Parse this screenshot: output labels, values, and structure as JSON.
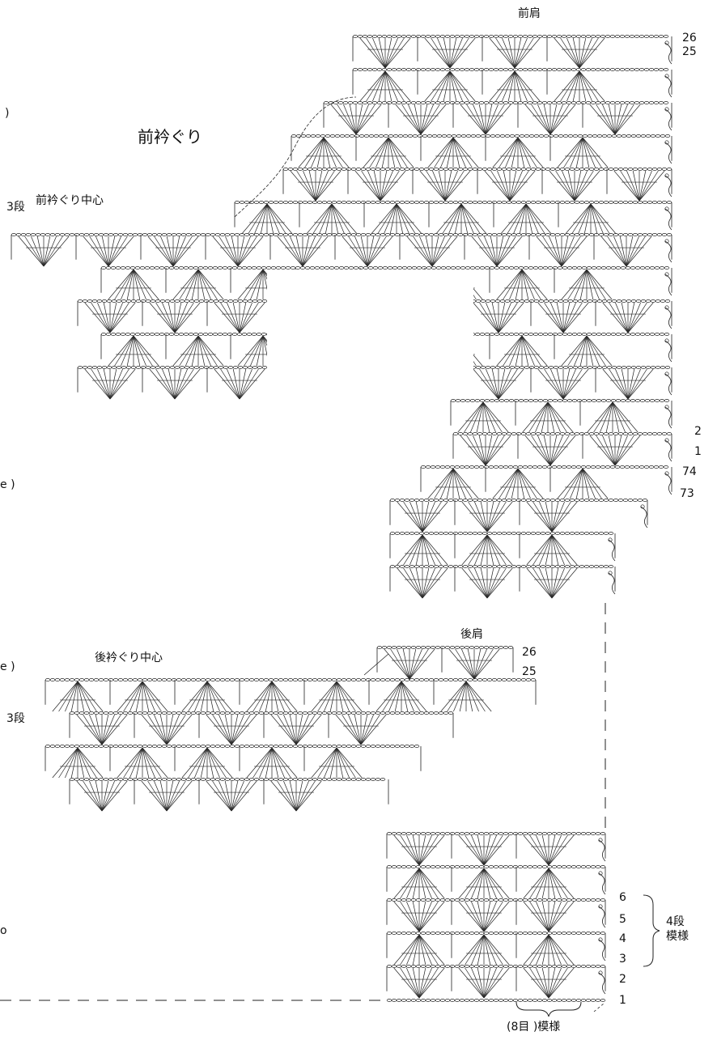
{
  "titles": {
    "front_shoulder": "前肩",
    "front_neckline": "前衿ぐり",
    "front_neck_center": "前衿ぐり中心",
    "back_shoulder": "後肩",
    "back_neck_center": "後衿ぐり中心"
  },
  "row_numbers": {
    "front_top": [
      "26",
      "25"
    ],
    "front_mid": [
      "2",
      "1"
    ],
    "body_top": [
      "74",
      "73"
    ],
    "back_top": [
      "26",
      "25"
    ],
    "bottom": [
      "6",
      "5",
      "4",
      "3",
      "2",
      "1"
    ]
  },
  "pattern_notes": {
    "rows_label": "4段",
    "rows_pattern": "模様",
    "stitch_count": "(8目 )模様"
  },
  "edge_marks": {
    "left_steps_1": "3段",
    "left_steps_2": "3段",
    "paren_1": ")",
    "paren_2": "e )",
    "paren_3": "e )",
    "paren_4": "o"
  }
}
